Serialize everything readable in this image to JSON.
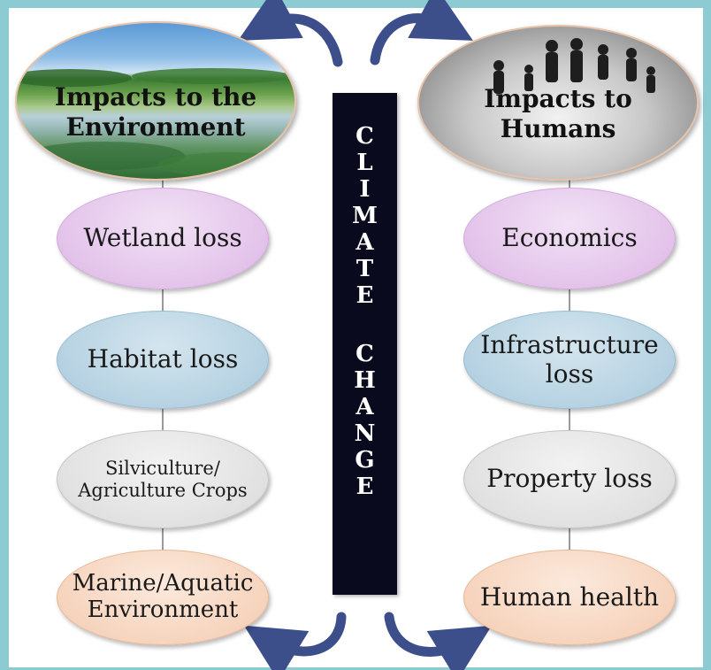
{
  "banner": {
    "text": "CLIMATE CHANGE",
    "words": [
      [
        "C",
        "L",
        "I",
        "M",
        "A",
        "T",
        "E"
      ],
      [
        "C",
        "H",
        "A",
        "N",
        "G",
        "E"
      ]
    ]
  },
  "environment": {
    "header_line1": "Impacts to the",
    "header_line2": "Environment",
    "items": [
      {
        "label": "Wetland loss"
      },
      {
        "label": "Habitat loss"
      },
      {
        "label_line1": "Silviculture/",
        "label_line2": "Agriculture Crops"
      },
      {
        "label_line1": "Marine/Aquatic",
        "label_line2": "Environment"
      }
    ]
  },
  "humans": {
    "header_line1": "Impacts to",
    "header_line2": "Humans",
    "items": [
      {
        "label": "Economics"
      },
      {
        "label_line1": "Infrastructure",
        "label_line2": "loss"
      },
      {
        "label": "Property loss"
      },
      {
        "label": "Human health"
      }
    ]
  },
  "colors": {
    "frame": "#8ccbd2",
    "arrow": "#3d4f8a",
    "banner": "#0a0a1e",
    "pink": "#e3c3ea",
    "blue": "#b6d2e2",
    "gray": "#e1e1e1",
    "peach": "#f6d4bd"
  }
}
